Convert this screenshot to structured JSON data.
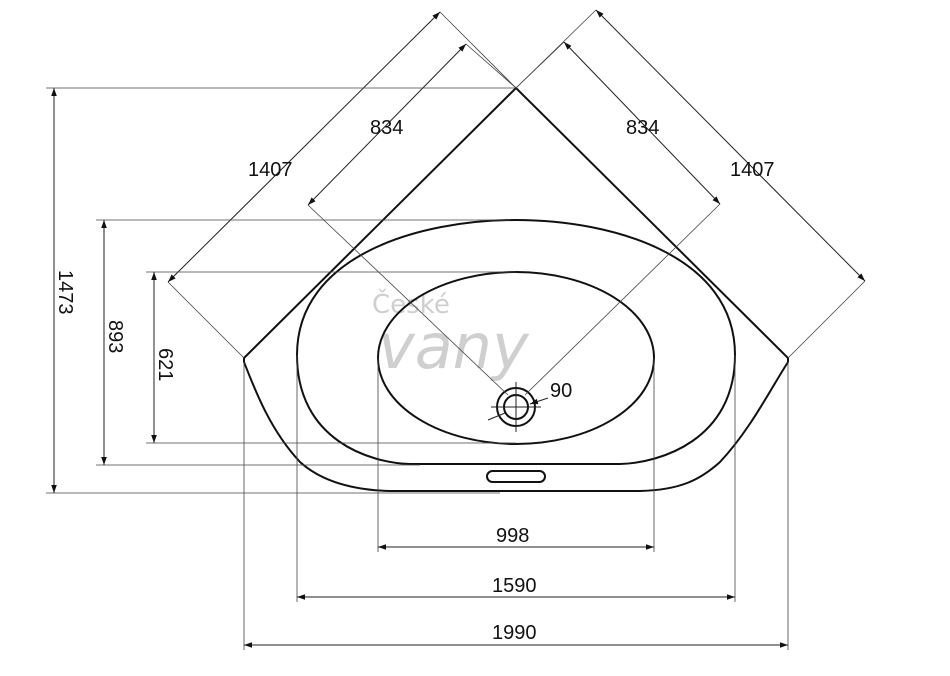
{
  "watermark": {
    "line1": "České",
    "line2": "vany",
    "color": "#cfcfcf"
  },
  "dimensions": {
    "diag_outer_left": "1407",
    "diag_inner_left": "834",
    "diag_inner_right": "834",
    "diag_outer_right": "1407",
    "depth_total": "1473",
    "depth_mid": "893",
    "depth_inner": "621",
    "drain_diameter": "90",
    "width_inner": "998",
    "width_mid": "1590",
    "width_total": "1990"
  },
  "colors": {
    "line": "#111111",
    "background": "#ffffff"
  }
}
